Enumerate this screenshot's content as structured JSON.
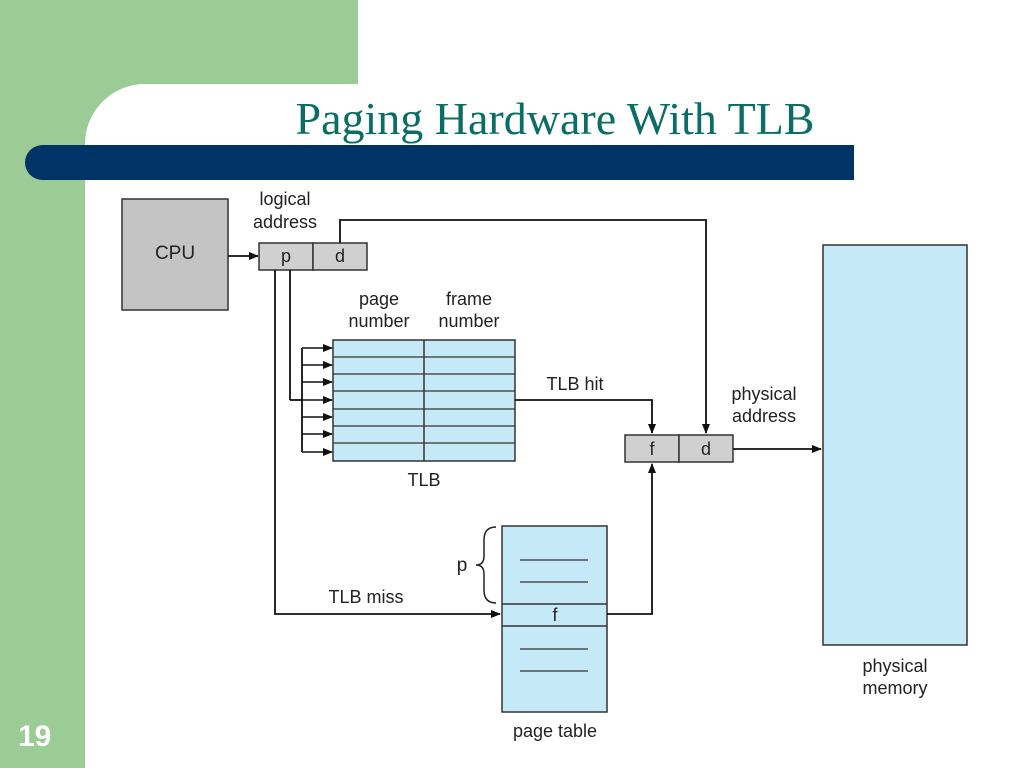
{
  "slide": {
    "title": "Paging Hardware With TLB",
    "page_number": "19"
  },
  "diagram": {
    "cpu_label": "CPU",
    "logical_address_label": [
      "logical",
      "address"
    ],
    "logical_fields": [
      "p",
      "d"
    ],
    "tlb_columns": [
      [
        "page",
        "number"
      ],
      [
        "frame",
        "number"
      ]
    ],
    "tlb_label": "TLB",
    "tlb_hit_label": "TLB hit",
    "tlb_miss_label": "TLB miss",
    "physical_address_label": [
      "physical",
      "address"
    ],
    "physical_fields": [
      "f",
      "d"
    ],
    "page_table_p_label": "p",
    "page_table_entry": "f",
    "page_table_label": "page table",
    "physical_memory_label": [
      "physical",
      "memory"
    ]
  },
  "colors": {
    "background_green": "#9ccc95",
    "title_teal": "#0b6e66",
    "title_bar_navy": "#003366",
    "table_blue": "#c5e9f7",
    "register_gray": "#d0d0d0",
    "cpu_gray": "#c4c4c4"
  }
}
